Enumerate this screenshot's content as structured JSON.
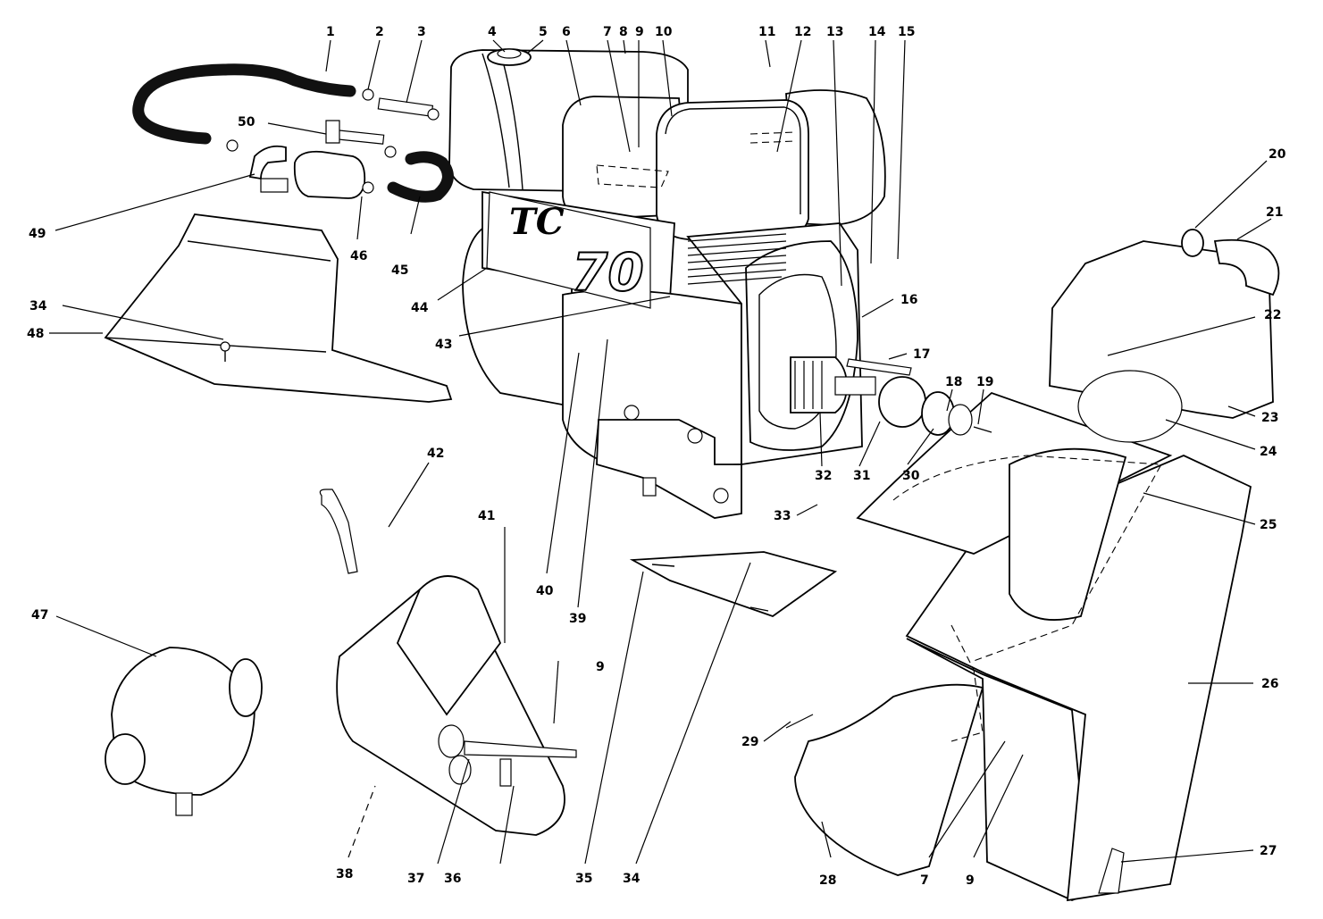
{
  "diagram": {
    "kind": "exploded parts view",
    "decal": {
      "brand": "TC",
      "model": "70"
    },
    "callouts": [
      {
        "id": "1",
        "label": "1"
      },
      {
        "id": "2",
        "label": "2"
      },
      {
        "id": "3",
        "label": "3"
      },
      {
        "id": "4",
        "label": "4"
      },
      {
        "id": "5",
        "label": "5"
      },
      {
        "id": "6",
        "label": "6"
      },
      {
        "id": "7",
        "label": "7"
      },
      {
        "id": "8",
        "label": "8"
      },
      {
        "id": "9",
        "label": "9"
      },
      {
        "id": "10",
        "label": "10"
      },
      {
        "id": "11",
        "label": "11"
      },
      {
        "id": "12",
        "label": "12"
      },
      {
        "id": "13",
        "label": "13"
      },
      {
        "id": "14",
        "label": "14"
      },
      {
        "id": "15",
        "label": "15"
      },
      {
        "id": "16",
        "label": "16"
      },
      {
        "id": "17",
        "label": "17"
      },
      {
        "id": "18",
        "label": "18"
      },
      {
        "id": "19",
        "label": "19"
      },
      {
        "id": "20",
        "label": "20"
      },
      {
        "id": "21",
        "label": "21"
      },
      {
        "id": "22",
        "label": "22"
      },
      {
        "id": "23",
        "label": "23"
      },
      {
        "id": "24",
        "label": "24"
      },
      {
        "id": "25",
        "label": "25"
      },
      {
        "id": "26",
        "label": "26"
      },
      {
        "id": "27",
        "label": "27"
      },
      {
        "id": "28",
        "label": "28"
      },
      {
        "id": "29",
        "label": "29"
      },
      {
        "id": "30",
        "label": "30"
      },
      {
        "id": "31",
        "label": "31"
      },
      {
        "id": "32",
        "label": "32"
      },
      {
        "id": "33",
        "label": "33"
      },
      {
        "id": "34",
        "label": "34"
      },
      {
        "id": "34b",
        "label": "34"
      },
      {
        "id": "35",
        "label": "35"
      },
      {
        "id": "36",
        "label": "36"
      },
      {
        "id": "37",
        "label": "37"
      },
      {
        "id": "38",
        "label": "38"
      },
      {
        "id": "39",
        "label": "39"
      },
      {
        "id": "40",
        "label": "40"
      },
      {
        "id": "41",
        "label": "41"
      },
      {
        "id": "42",
        "label": "42"
      },
      {
        "id": "43",
        "label": "43"
      },
      {
        "id": "44",
        "label": "44"
      },
      {
        "id": "45",
        "label": "45"
      },
      {
        "id": "46",
        "label": "46"
      },
      {
        "id": "47",
        "label": "47"
      },
      {
        "id": "48",
        "label": "48"
      },
      {
        "id": "49",
        "label": "49"
      },
      {
        "id": "50",
        "label": "50"
      },
      {
        "id": "7b",
        "label": "7"
      },
      {
        "id": "9b",
        "label": "9"
      },
      {
        "id": "9c",
        "label": "9"
      }
    ]
  }
}
